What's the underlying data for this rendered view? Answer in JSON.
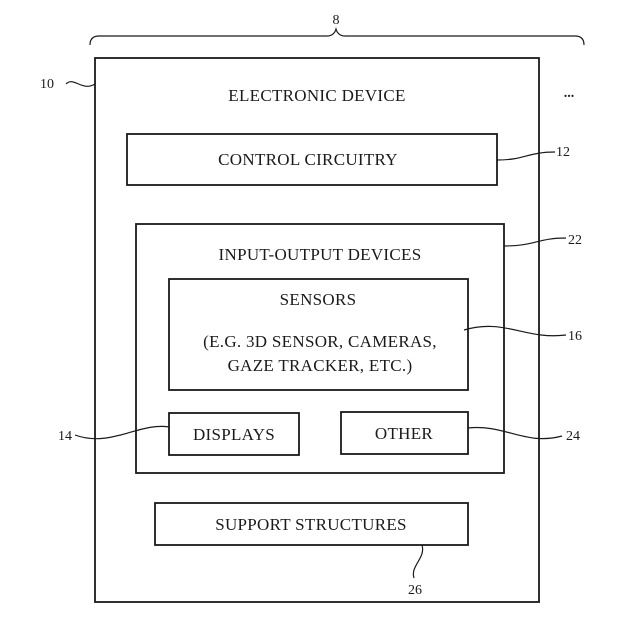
{
  "figure": {
    "system_ref": "8",
    "ellipsis": "...",
    "device": {
      "ref": "10",
      "title": "ELECTRONIC DEVICE"
    },
    "control": {
      "ref": "12",
      "label": "CONTROL CIRCUITRY"
    },
    "io": {
      "ref": "22",
      "label": "INPUT-OUTPUT DEVICES"
    },
    "sensors": {
      "ref": "16",
      "title": "SENSORS",
      "line1": "(E.G. 3D SENSOR, CAMERAS,",
      "line2": "GAZE TRACKER, ETC.)"
    },
    "displays": {
      "ref": "14",
      "label": "DISPLAYS"
    },
    "other": {
      "ref": "24",
      "label": "OTHER"
    },
    "support": {
      "ref": "26",
      "label": "SUPPORT STRUCTURES"
    }
  }
}
